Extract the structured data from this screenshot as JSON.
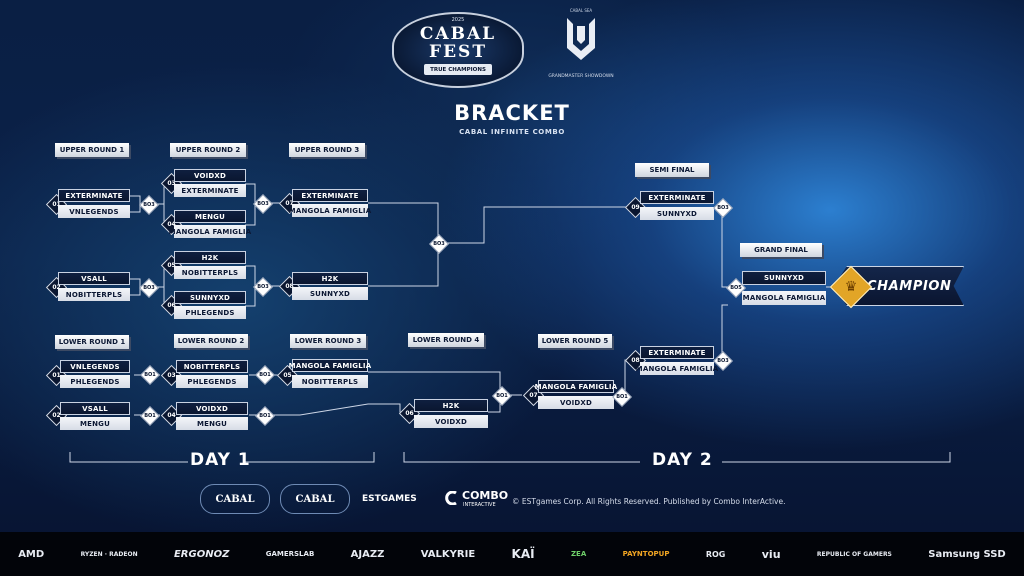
{
  "header": {
    "fest_year": "2025",
    "fest_name_1": "CABAL",
    "fest_name_2": "FEST",
    "fest_tagline": "TRUE CHAMPIONS",
    "showdown_top": "CABAL SEA",
    "showdown_bottom": "GRANDMASTER SHOWDOWN",
    "title": "BRACKET",
    "subtitle": "CABAL INFINITE COMBO"
  },
  "rounds": {
    "upper_1": "UPPER ROUND 1",
    "upper_2": "UPPER ROUND 2",
    "upper_3": "UPPER ROUND 3",
    "semi_final": "SEMI FINAL",
    "grand_final": "GRAND FINAL",
    "lower_1": "LOWER ROUND 1",
    "lower_2": "LOWER ROUND 2",
    "lower_3": "LOWER ROUND 3",
    "lower_4": "LOWER ROUND 4",
    "lower_5": "LOWER ROUND 5"
  },
  "matches": {
    "u1_1": {
      "num": "01",
      "a": "EXTERMINATE",
      "b": "VNLEGENDS",
      "bo": "BO3"
    },
    "u1_2": {
      "num": "02",
      "a": "VSALL",
      "b": "NOBITTERPLS",
      "bo": "BO3"
    },
    "u2_1": {
      "num": "03",
      "a": "VOIDXD",
      "b": "EXTERMINATE"
    },
    "u2_2": {
      "num": "04",
      "a": "MENGU",
      "b": "MANGOLA FAMIGLIA"
    },
    "u2_3": {
      "num": "05",
      "a": "H2K",
      "b": "NOBITTERPLS"
    },
    "u2_4": {
      "num": "06",
      "a": "SUNNYXD",
      "b": "PHLEGENDS"
    },
    "u2_bo_top": "BO3",
    "u2_bo_bot": "BO3",
    "u3_1": {
      "num": "07",
      "a": "EXTERMINATE",
      "b": "MANGOLA FAMIGLIA"
    },
    "u3_2": {
      "num": "08",
      "a": "H2K",
      "b": "SUNNYXD"
    },
    "u3_bo": "BO3",
    "sf": {
      "num": "09",
      "a": "EXTERMINATE",
      "b": "SUNNYXD",
      "bo": "BO3"
    },
    "gf": {
      "a": "SUNNYXD",
      "b": "MANGOLA FAMIGLIA",
      "bo": "BO5"
    },
    "champion": "CHAMPION",
    "l1_1": {
      "num": "01",
      "a": "VNLEGENDS",
      "b": "PHLEGENDS",
      "bo": "BO1"
    },
    "l1_2": {
      "num": "02",
      "a": "VSALL",
      "b": "MENGU",
      "bo": "BO1"
    },
    "l2_1": {
      "num": "03",
      "a": "NOBITTERPLS",
      "b": "PHLEGENDS",
      "bo": "BO1"
    },
    "l2_2": {
      "num": "04",
      "a": "VOIDXD",
      "b": "MENGU",
      "bo": "BO1"
    },
    "l3_1": {
      "num": "05",
      "a": "MANGOLA FAMIGLIA",
      "b": "NOBITTERPLS"
    },
    "l4_1": {
      "num": "06",
      "a": "H2K",
      "b": "VOIDXD",
      "bo": "BO1"
    },
    "l5_1": {
      "num": "07",
      "a": "MANGOLA FAMIGLIA",
      "b": "VOIDXD",
      "bo": "BO1"
    },
    "lf": {
      "num": "08",
      "a": "EXTERMINATE",
      "b": "MANGOLA FAMIGLIA",
      "bo": "BO3"
    }
  },
  "days": {
    "day1": "DAY 1",
    "day2": "DAY 2"
  },
  "publisher": {
    "logo_a": "CABAL",
    "logo_b": "CABAL",
    "est": "ESTGAMES",
    "combo": "COMBO",
    "combo_sub": "INTERACTIVE",
    "copyright": "© ESTgames Corp. All Rights Reserved. Published by Combo InterActive."
  },
  "sponsors": [
    "AMD",
    "RYZEN · RADEON",
    "ERGONOZ",
    "GAMERSLAB",
    "AJAZZ",
    "VALKYRIE",
    "KAÏ",
    "ZEA",
    "PAYNTOPUP",
    "ROG",
    "viu",
    "REPUBLIC OF GAMERS",
    "Samsung SSD"
  ],
  "colors": {
    "accent": "#e2a527",
    "background": "#0a1f44"
  }
}
